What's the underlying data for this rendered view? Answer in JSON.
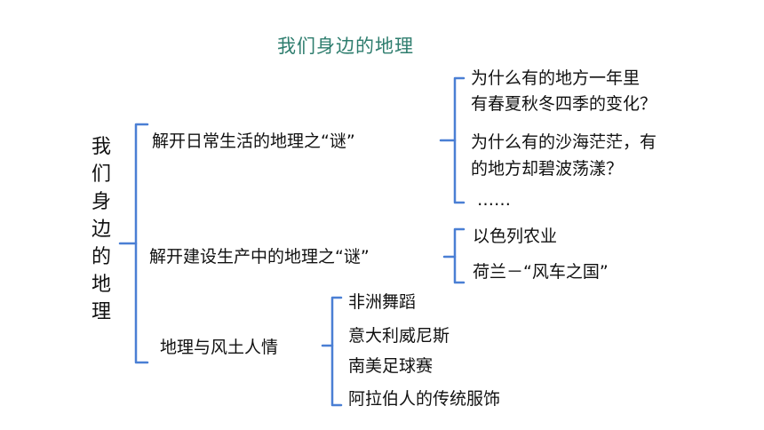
{
  "title": "我们身边的地理",
  "root": [
    "我",
    "们",
    "身",
    "边",
    "的",
    "地",
    "理"
  ],
  "branches": [
    {
      "label": "解开日常生活的地理之“谜”",
      "items": [
        "为什么有的地方一年里",
        "有春夏秋冬四季的变化？",
        "为什么有的沙海茫茫，有",
        "的地方却碧波荡漾？",
        "……"
      ]
    },
    {
      "label": "解开建设生产中的地理之“谜”",
      "items": [
        "以色列农业",
        "荷兰－“风车之国”"
      ]
    },
    {
      "label": "地理与风土人情",
      "items": [
        "非洲舞蹈",
        "意大利威尼斯",
        "南美足球赛",
        "阿拉伯人的传统服饰"
      ]
    }
  ],
  "colors": {
    "title": "#2e7d6e",
    "bracket": "#4a7fd4",
    "text": "#111111"
  }
}
